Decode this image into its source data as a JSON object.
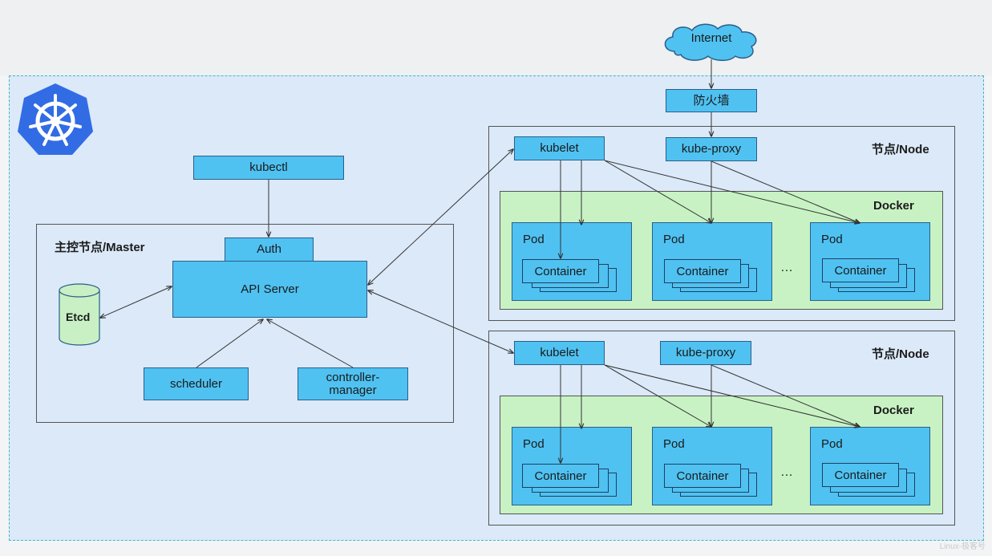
{
  "internet": "Internet",
  "firewall": "防火墙",
  "master": {
    "title": "主控节点/Master",
    "kubectl": "kubectl",
    "auth": "Auth",
    "api_server": "API Server",
    "etcd": "Etcd",
    "scheduler": "scheduler",
    "controller_manager": "controller-\nmanager"
  },
  "nodes": [
    {
      "title": "节点/Node",
      "kubelet": "kubelet",
      "kube_proxy": "kube-proxy",
      "docker": "Docker",
      "pods": [
        {
          "label": "Pod",
          "container": "Container"
        },
        {
          "label": "Pod",
          "container": "Container"
        },
        {
          "label": "Pod",
          "container": "Container"
        }
      ],
      "ellipsis": "…"
    },
    {
      "title": "节点/Node",
      "kubelet": "kubelet",
      "kube_proxy": "kube-proxy",
      "docker": "Docker",
      "pods": [
        {
          "label": "Pod",
          "container": "Container"
        },
        {
          "label": "Pod",
          "container": "Container"
        },
        {
          "label": "Pod",
          "container": "Container"
        }
      ],
      "ellipsis": "…"
    }
  ],
  "logo_icon": "kubernetes-helm-icon",
  "watermark": "Linux-极客号",
  "colors": {
    "component_fill": "#4fc2f2",
    "docker_fill": "#c8f2c4",
    "cluster_fill": "#dbe9f8",
    "etcd_fill": "#c8f0c4",
    "logo_blue": "#326ce5"
  }
}
